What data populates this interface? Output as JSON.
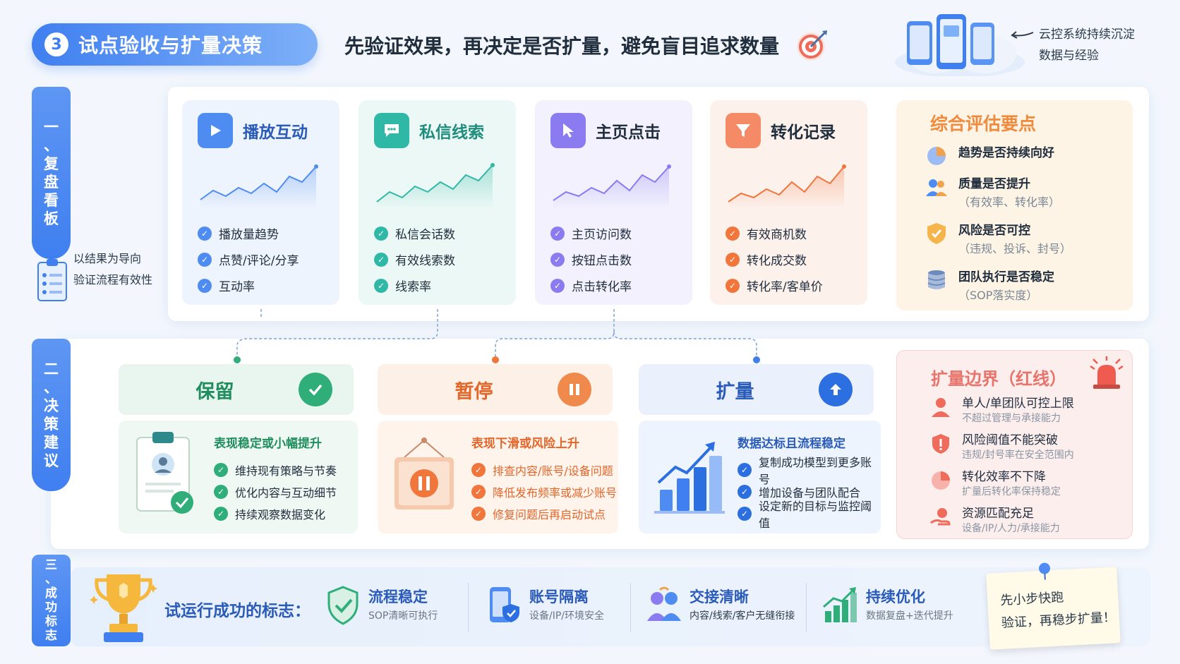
{
  "header": {
    "number": "3",
    "title": "试点验收与扩量决策",
    "subtitle": "先验证效果，再决定是否扩量，避免盲目追求数量",
    "cloud_note_line1": "云控系统持续沉淀",
    "cloud_note_line2": "数据与经验"
  },
  "sections": [
    {
      "label_chars": [
        "一",
        "、",
        "复",
        "盘",
        "看",
        "板"
      ]
    },
    {
      "label_chars": [
        "二",
        "、",
        "决",
        "策",
        "建",
        "议"
      ]
    },
    {
      "label_chars": [
        "三",
        "、",
        "成",
        "功",
        "标",
        "志"
      ]
    }
  ],
  "side_note": {
    "line1": "以结果为导向",
    "line2": "验证流程有效性"
  },
  "metrics": [
    {
      "title": "播放互动",
      "color": "#3f7ff0",
      "bg": "#eef4fd",
      "icon": "play-icon",
      "items": [
        "播放量趋势",
        "点赞/评论/分享",
        "互动率"
      ]
    },
    {
      "title": "私信线索",
      "color": "#2fb8a5",
      "bg": "#ecf8f5",
      "icon": "chat-icon",
      "items": [
        "私信会话数",
        "有效线索数",
        "线索率"
      ]
    },
    {
      "title": "主页点击",
      "color": "#8a7cf0",
      "bg": "#f2f1fd",
      "icon": "cursor-icon",
      "items": [
        "主页访问数",
        "按钮点击数",
        "点击转化率"
      ]
    },
    {
      "title": "转化记录",
      "color": "#f0763c",
      "bg": "#fdf1ec",
      "icon": "funnel-icon",
      "items": [
        "有效商机数",
        "转化成交数",
        "转化率/客单价"
      ]
    }
  ],
  "evaluation": {
    "title": "综合评估要点",
    "items": [
      {
        "main": "趋势是否持续向好",
        "sub": ""
      },
      {
        "main": "质量是否提升",
        "sub": "（有效率、转化率）"
      },
      {
        "main": "风险是否可控",
        "sub": "（违规、投诉、封号）"
      },
      {
        "main": "团队执行是否稳定",
        "sub": "（SOP落实度）"
      }
    ]
  },
  "decisions": [
    {
      "title": "保留",
      "color": "#2fae7a",
      "bg": "#e9f6ef",
      "icon": "check-icon",
      "desc": "表现稳定或小幅提升",
      "items": [
        "维持现有策略与节奏",
        "优化内容与互动细节",
        "持续观察数据变化"
      ]
    },
    {
      "title": "暂停",
      "color": "#f0763c",
      "bg": "#fdf0e6",
      "icon": "pause-icon",
      "desc": "表现下滑或风险上升",
      "items": [
        "排查内容/账号/设备问题",
        "降低发布频率或减少账号",
        "修复问题后再启动试点"
      ]
    },
    {
      "title": "扩量",
      "color": "#2b6fe0",
      "bg": "#eaf1fc",
      "icon": "expand-icon",
      "desc": "数据达标且流程稳定",
      "items": [
        "复制成功模型到更多账号",
        "增加设备与团队配合",
        "设定新的目标与监控阈值"
      ]
    }
  ],
  "limits": {
    "title": "扩量边界（红线）",
    "items": [
      {
        "main": "单人/单团队可控上限",
        "sub": "不超过管理与承接能力"
      },
      {
        "main": "风险阈值不能突破",
        "sub": "违规/封号率在安全范围内"
      },
      {
        "main": "转化效率不下降",
        "sub": "扩量后转化率保持稳定"
      },
      {
        "main": "资源匹配充足",
        "sub": "设备/IP/人力/承接能力"
      }
    ]
  },
  "success": {
    "label": "试运行成功的标志：",
    "items": [
      {
        "title": "流程稳定",
        "sub": "SOP清晰可执行"
      },
      {
        "title": "账号隔离",
        "sub": "设备/IP/环境安全"
      },
      {
        "title": "交接清晰",
        "sub": "内容/线索/客户无缝衔接"
      },
      {
        "title": "持续优化",
        "sub": "数据复盘+迭代提升"
      }
    ],
    "sticky_line1": "先小步快跑",
    "sticky_line2": "验证，再稳步扩量！"
  }
}
